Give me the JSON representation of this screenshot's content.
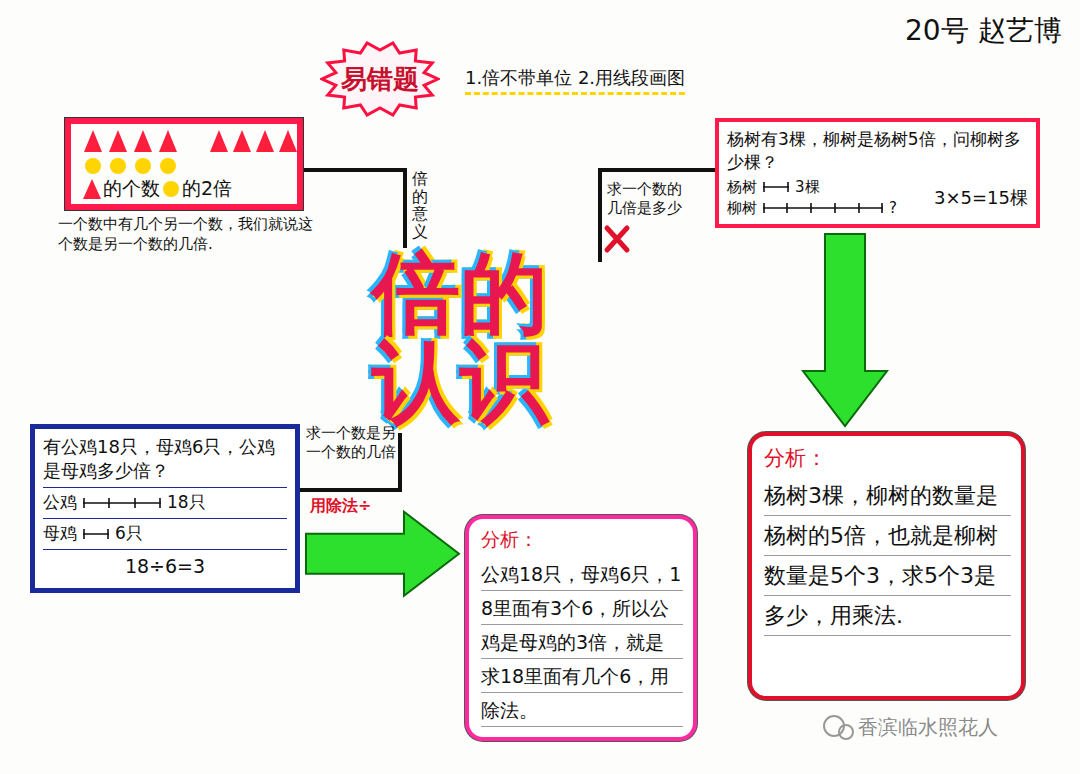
{
  "diagram": {
    "title": "倍的认识",
    "nodes": [
      {
        "text": [
          "易错题"
        ]
      },
      {
        "text": [
          "的个数",
          "的2倍"
        ]
      },
      {
        "text": [
          "杨树有3棵，柳树是杨树5倍，问柳树多少棵？",
          "杨树",
          "3棵",
          "柳树",
          "?",
          "3×5=15棵"
        ]
      },
      {
        "text": [
          "分析：",
          "杨树3棵，柳树的数量是杨树的5倍，也就是柳树数量是5个3，求5个3是多少，用乘法."
        ]
      },
      {
        "text": [
          "有公鸡18只，母鸡6只，公鸡是母鸡多少倍？",
          "公鸡",
          "18只",
          "母鸡",
          "6只",
          "18÷6=3"
        ]
      },
      {
        "text": [
          "分析：",
          "公鸡18只，母鸡6只，18里面有3个6，所以公鸡是母鸡的3倍，就是求18里面有几个6，用除法。"
        ]
      }
    ],
    "edges": [
      {
        "from": 2,
        "to": 3,
        "arrow": "to"
      },
      {
        "from": 4,
        "to": 5,
        "arrow": "to"
      }
    ],
    "labels": [
      "20号 赵艺博",
      "1.倍不带单位 2.用线段画图",
      "一个数中有几个另一个数，我们就说这个数是另一个数的几倍.",
      "倍的意义",
      "求一个数的几倍是多少",
      "求一个数是另一个数的几倍",
      "用除法÷",
      "香滨临水照花人"
    ]
  }
}
